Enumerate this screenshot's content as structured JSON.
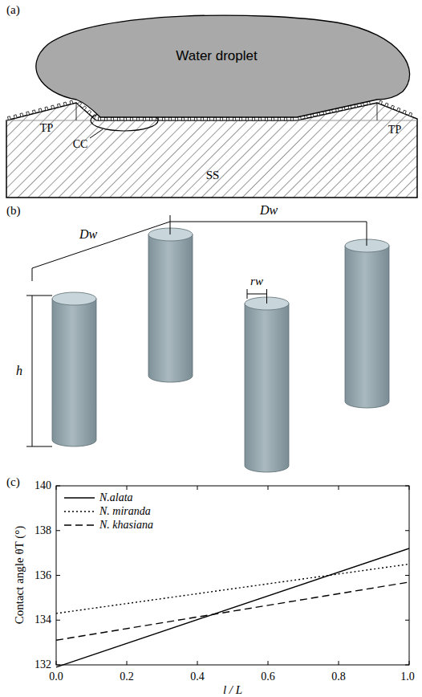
{
  "diagram": {
    "nodes": [
      {
        "text": [
          "Water droplet"
        ]
      }
    ],
    "labels": [
      "(a)",
      "TP",
      "TP",
      "CC",
      "SS",
      "(b)",
      "Dw",
      "Dw",
      "h",
      "rw",
      "(c)",
      "140",
      "138",
      "136",
      "134",
      "132",
      "0.0",
      "0.2",
      "0.4",
      "0.6",
      "0.8",
      "1.0",
      "Contact angle θT (°)",
      "l / L"
    ],
    "legend": [
      {
        "text": "N.alata"
      },
      {
        "text": "N. miranda"
      },
      {
        "text": "N. khasiana"
      }
    ]
  }
}
